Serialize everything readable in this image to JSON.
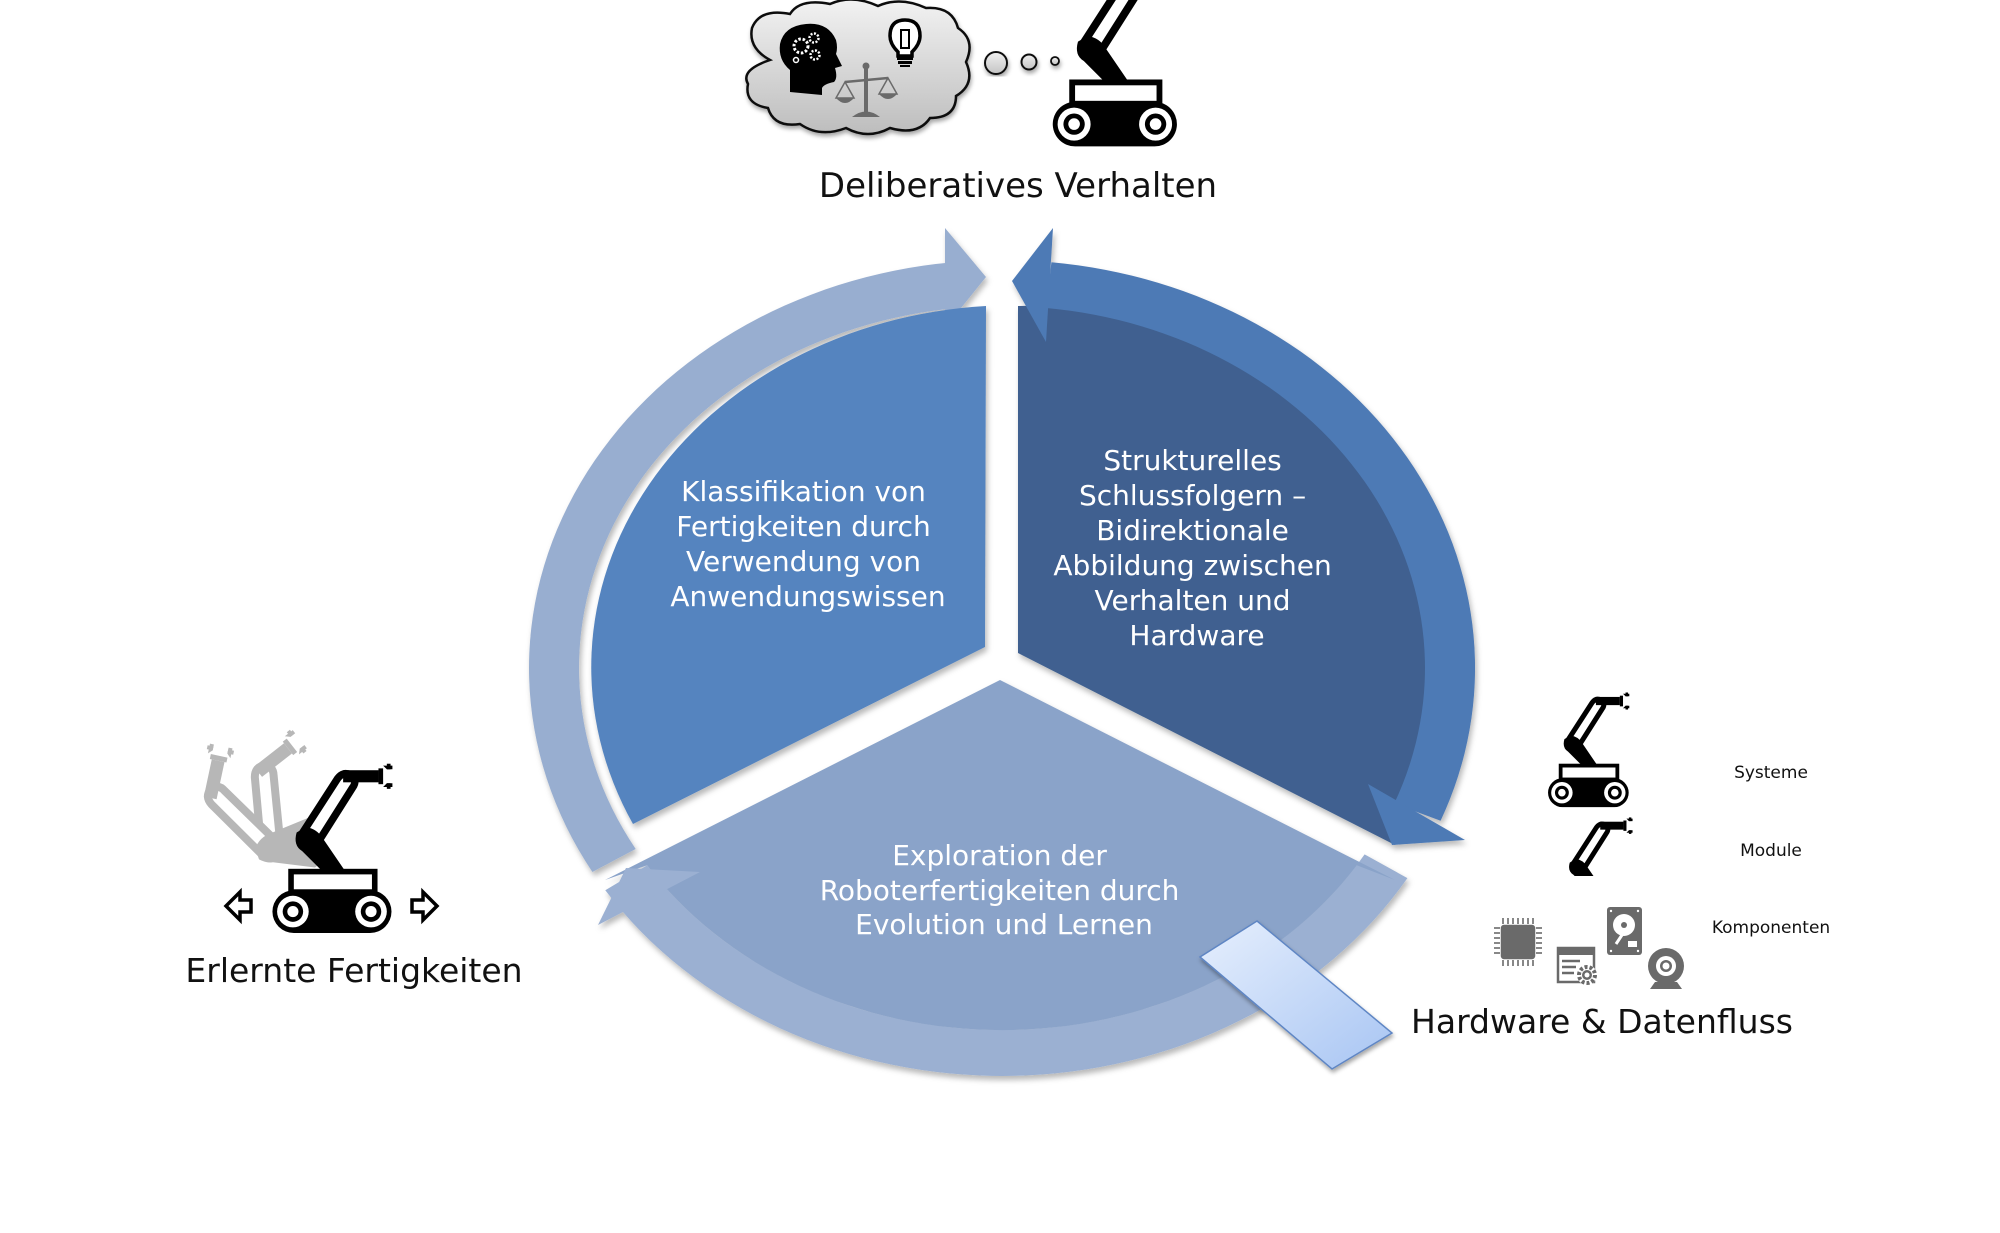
{
  "title": "Deliberatives Verhalten",
  "colors": {
    "segment_left": "#5584BF",
    "segment_right": "#3F6190",
    "segment_bottom": "#8AA3C9",
    "ring_left": "#98AED0",
    "ring_right": "#4E7AB5",
    "ring_bottom": "#9BB0D2",
    "connector_light": "#DCE8FB",
    "connector_dark": "#A6C4F5",
    "icon": "#000000",
    "icon_grey": "#6A6A6A",
    "cloud": "#D6D6D6"
  },
  "top_group": {
    "label": "Deliberatives Verhalten",
    "icons": [
      "thinking-head-icon",
      "lightbulb-icon",
      "balance-scale-icon",
      "thought-bubble-icon",
      "mobile-robot-arm-icon"
    ]
  },
  "segments": [
    {
      "id": "left",
      "lines": [
        "Klassifikation von",
        "Fertigkeiten durch",
        "Verwendung von",
        "Anwendungswissen"
      ]
    },
    {
      "id": "right",
      "lines": [
        "Strukturelles",
        "Schlussfolgern –",
        "Bidirektionale",
        "Abbildung zwischen",
        "Verhalten und",
        "Hardware"
      ]
    },
    {
      "id": "bottom",
      "lines": [
        "Exploration der",
        "Roboterfertigkeiten durch",
        "Evolution und Lernen"
      ]
    }
  ],
  "left_group": {
    "label": "Erlernte Fertigkeiten",
    "icons": [
      "moving-robot-arm-icon",
      "arrow-left-icon",
      "arrow-right-icon"
    ]
  },
  "right_group": {
    "label": "Hardware & Datenfluss",
    "levels": [
      {
        "label": "Systeme",
        "icon": "mobile-robot-icon"
      },
      {
        "label": "Module",
        "icon": "robot-arm-icon"
      },
      {
        "label": "Komponenten",
        "icon": "hardware-components-icon"
      }
    ],
    "component_icons": [
      "chip-icon",
      "settings-document-icon",
      "hard-drive-icon",
      "webcam-icon"
    ]
  }
}
